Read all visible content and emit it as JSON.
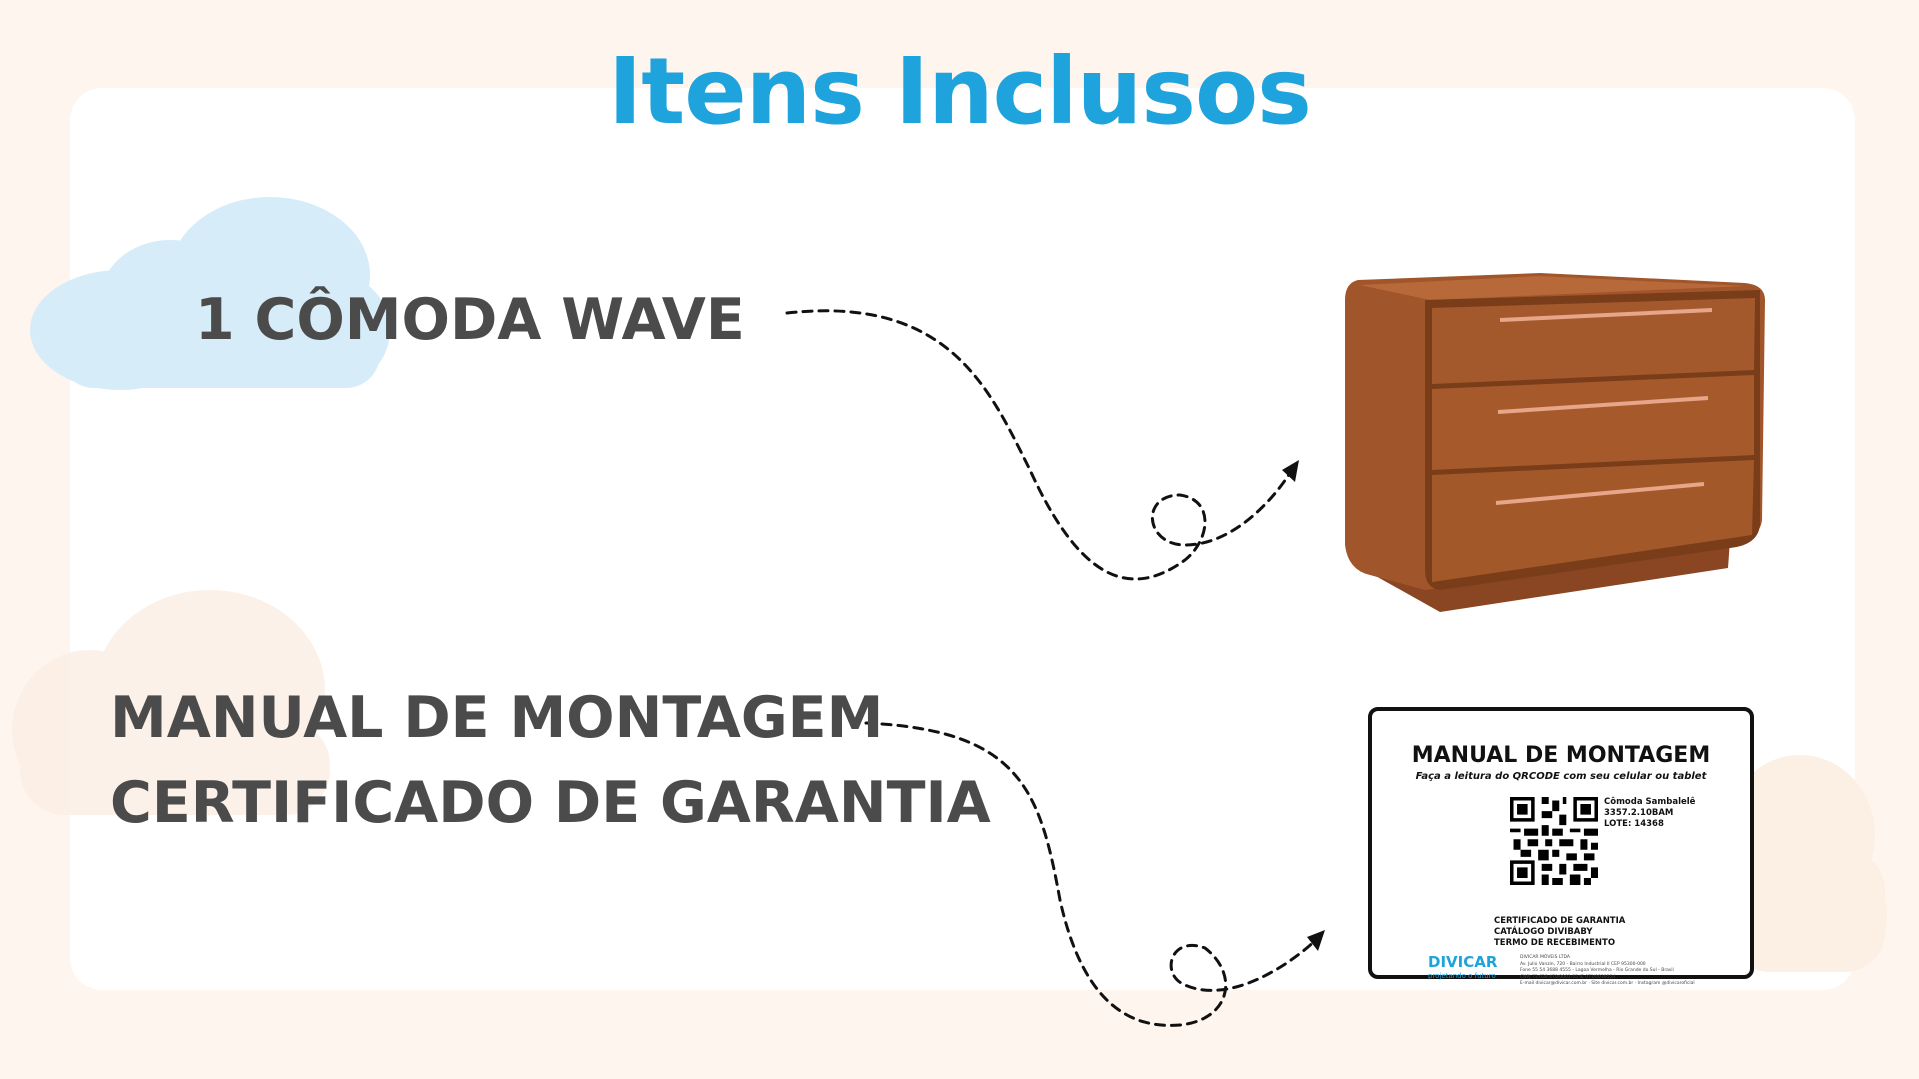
{
  "title": "Itens Inclusos",
  "items": [
    {
      "label": "1 CÔMODA WAVE"
    },
    {
      "label": "MANUAL DE MONTAGEM"
    },
    {
      "label": "CERTIFICADO DE GARANTIA"
    }
  ],
  "manual_card": {
    "heading": "MANUAL DE MONTAGEM",
    "subheading": "Faça a leitura do QRCODE com seu celular ou tablet",
    "product_name": "Cômoda Sambalelê",
    "product_code": "3357.2.10BAM",
    "lot": "LOTE: 14368",
    "documents": [
      "CERTIFICADO DE GARANTIA",
      "CATÁLOGO DIVIBABY",
      "TERMO DE RECEBIMENTO"
    ],
    "brand": "DIVICAR",
    "tagline": "projetando o futuro",
    "fine_print": [
      "DIVICAR MÓVEIS LTDA",
      "Av. Julio Vanzin, 720 - Bairro Industrial II CEP 95300-000",
      "Fone 55 54 3688 4555 - Lagoa Vermelha - Rio Grande do Sul - Brasil",
      "CNPJ 73.638.470/0001-55   IE 071/0039554",
      "E-mail divicar@divicar.com.br · Site divicar.com.br · Instagram @divicaroficial"
    ]
  },
  "colors": {
    "accent": "#1ea3dc",
    "text": "#4b4b4b",
    "background": "#fdf5ee",
    "wood": "#8a4a22"
  }
}
